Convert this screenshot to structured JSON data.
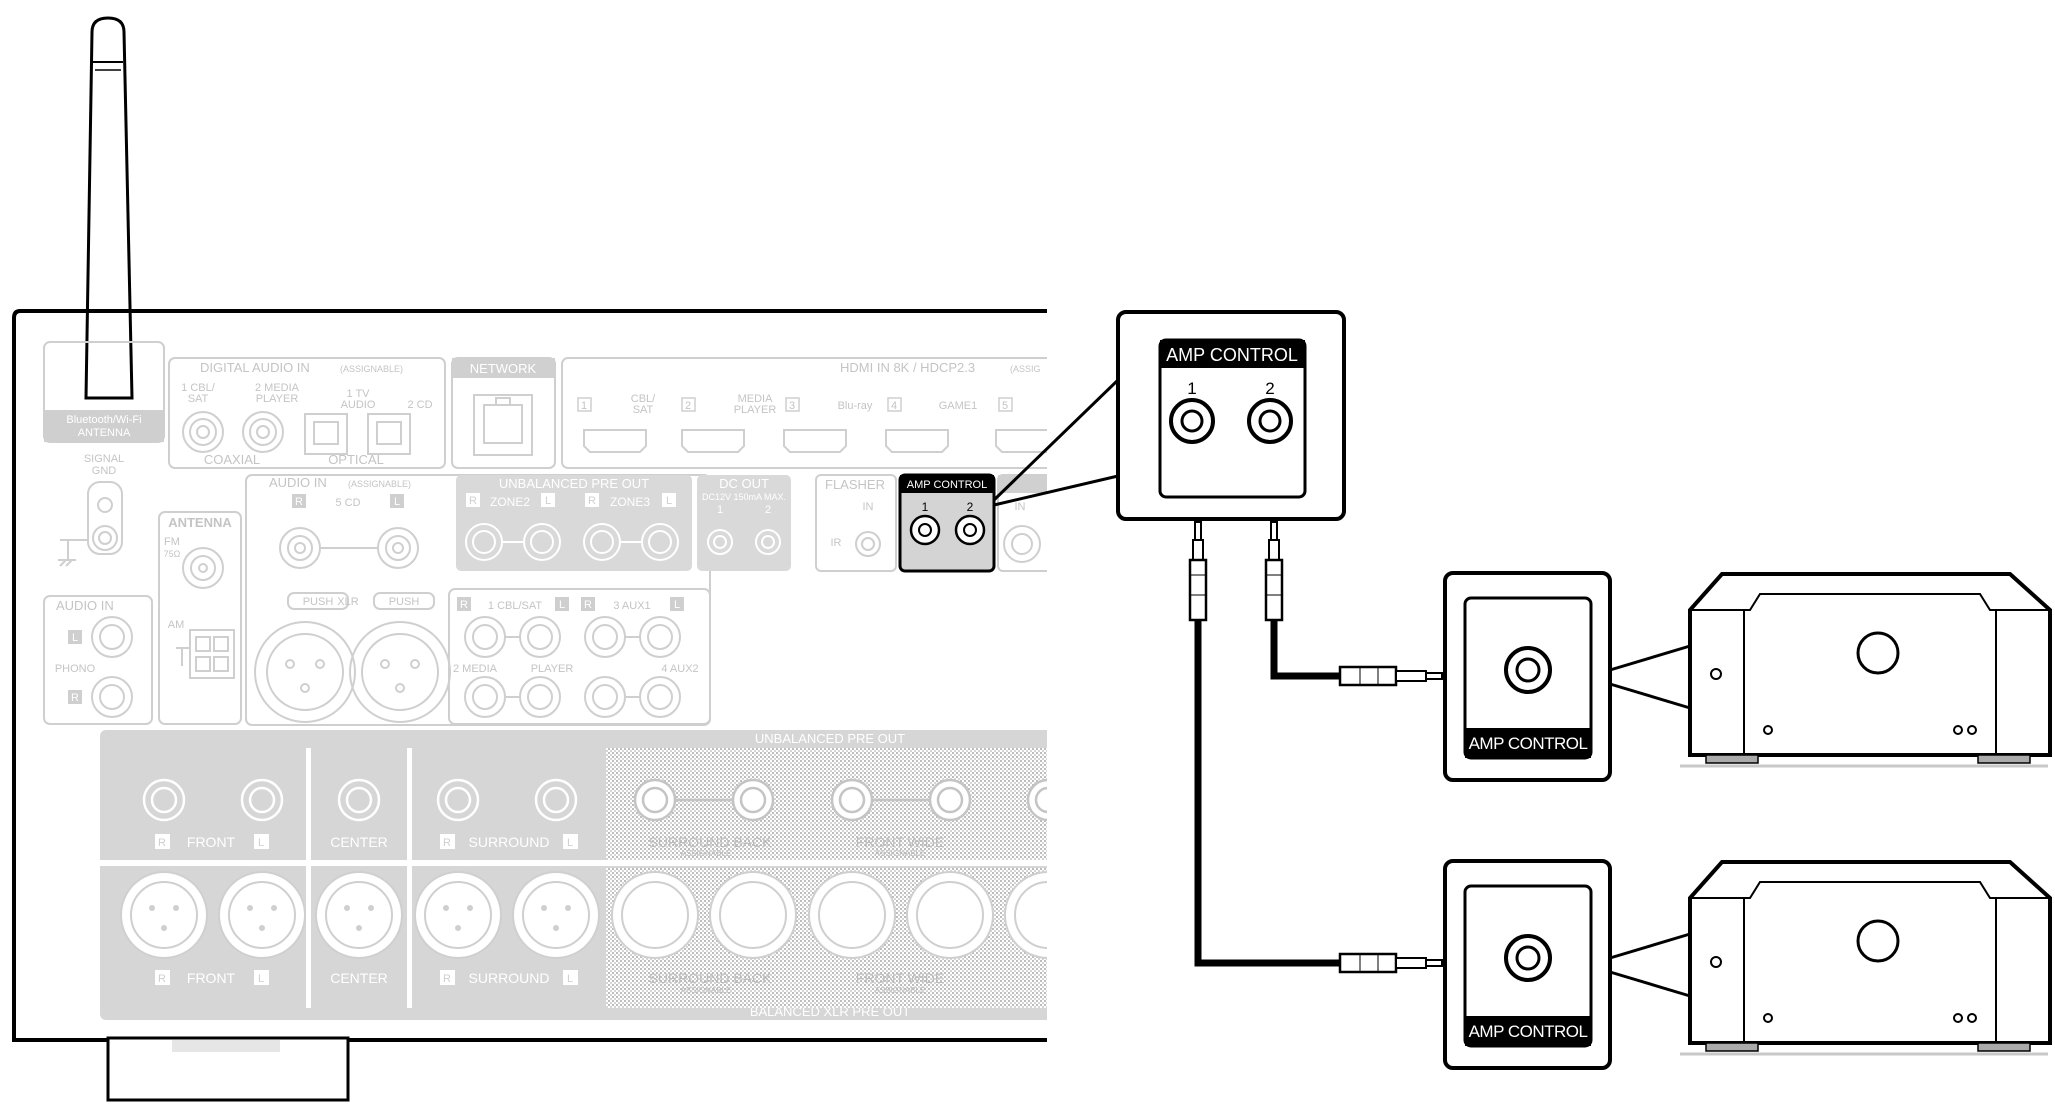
{
  "receiver": {
    "antenna_label_1": "Bluetooth/Wi-Fi",
    "antenna_label_2": "ANTENNA",
    "signal_gnd_1": "SIGNAL",
    "signal_gnd_2": "GND",
    "digital_audio_in": "DIGITAL AUDIO IN",
    "assignable": "(ASSIGNABLE)",
    "cbl_sat_1": "1 CBL/",
    "cbl_sat_2": "SAT",
    "media_player_1": "2 MEDIA",
    "media_player_2": "PLAYER",
    "tv_audio_1": "1 TV",
    "tv_audio_2": "AUDIO",
    "cd_2": "2 CD",
    "coaxial": "COAXIAL",
    "optical": "OPTICAL",
    "network": "NETWORK",
    "hdmi_in": "HDMI IN 8K / HDCP2.3",
    "hdmi_assign": "(ASSIG",
    "hdmi_1": "1",
    "hdmi_cbl_1": "CBL/",
    "hdmi_cbl_2": "SAT",
    "hdmi_2": "2",
    "hdmi_media_1": "MEDIA",
    "hdmi_media_2": "PLAYER",
    "hdmi_3": "3",
    "hdmi_bluray": "Blu-ray",
    "hdmi_4": "4",
    "hdmi_game1": "GAME1",
    "hdmi_5": "5",
    "audio_in": "AUDIO IN",
    "audio_in_assignable": "(ASSIGNABLE)",
    "r": "R",
    "l": "L",
    "five_cd": "5 CD",
    "unbalanced_pre_out": "UNBALANCED PRE OUT",
    "zone2": "ZONE2",
    "zone3": "ZONE3",
    "dc_out": "DC OUT",
    "dc_out_spec": "DC12V 150mA MAX.",
    "dc_1": "1",
    "dc_2": "2",
    "flasher": "FLASHER",
    "flasher_in": "IN",
    "ir": "IR",
    "amp_control": "AMP CONTROL",
    "amp_1": "1",
    "amp_2": "2",
    "rc_in": "IN",
    "antenna": "ANTENNA",
    "fm": "FM",
    "ohm": "75Ω",
    "am": "AM",
    "push": "PUSH",
    "xlr": "XLR",
    "cbl_sat_row": "1 CBL/SAT",
    "aux1": "3 AUX1",
    "media_row": "2 MEDIA",
    "player_row": "PLAYER",
    "aux2": "4 AUX2",
    "audio_in_phono": "AUDIO   IN",
    "phono": "PHONO",
    "front": "FRONT",
    "center": "CENTER",
    "surround": "SURROUND",
    "surround_back": "SURROUND BACK",
    "front_wide": "FRONT WIDE",
    "assignable_caps": "ASSIGNABLE",
    "unbalanced_pre_out_bar": "UNBALANCED PRE OUT",
    "balanced_xlr_pre_out": "BALANCED XLR PRE OUT"
  },
  "callout": {
    "title": "AMP CONTROL",
    "jack_1": "1",
    "jack_2": "2"
  },
  "amplifiers": [
    {
      "label": "AMP CONTROL"
    },
    {
      "label": "AMP CONTROL"
    }
  ]
}
